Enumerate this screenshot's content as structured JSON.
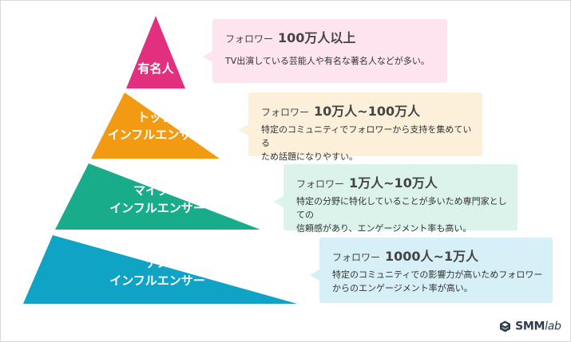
{
  "tiers": [
    {
      "name_lines": [
        "有名人"
      ],
      "color": "#e3307e",
      "callout_bg": "#fde4ef",
      "followers_label": "フォロワー",
      "followers_range": "100万人以上",
      "description": [
        "TV出演している芸能人や有名な著名人などが多い。"
      ]
    },
    {
      "name_lines": [
        "トップ",
        "インフルエンサー"
      ],
      "color": "#f39a13",
      "callout_bg": "#fdf0db",
      "followers_label": "フォロワー",
      "followers_range": "10万人~100万人",
      "description": [
        "特定のコミュニティでフォロワーから支持を集めている",
        "ため話題になりやすい。"
      ]
    },
    {
      "name_lines": [
        "マイクロ",
        "インフルエンサー"
      ],
      "color": "#18ac8a",
      "callout_bg": "#dcf3ec",
      "followers_label": "フォロワー",
      "followers_range": "1万人~10万人",
      "description": [
        "特定の分野に特化していることが多いため専門家としての",
        "信頼感があり、エンゲージメント率も高い。"
      ]
    },
    {
      "name_lines": [
        "ナノ",
        "インフルエンサー"
      ],
      "color": "#0fa3c6",
      "callout_bg": "#d7eff6",
      "followers_label": "フォロワー",
      "followers_range": "1000人~1万人",
      "description": [
        "特定のコミュニティでの影響力が高いためフォロワー",
        "からのエンゲージメント率が高い。"
      ]
    }
  ],
  "logo": {
    "brand": "SMM",
    "suffix": "lab",
    "icon": "smmlab-logo-icon",
    "color": "#2f3a4a"
  }
}
